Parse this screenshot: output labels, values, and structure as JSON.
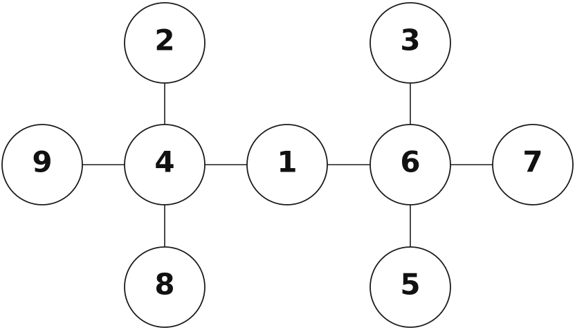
{
  "graph": {
    "nodes": [
      {
        "id": "n1",
        "label": "1"
      },
      {
        "id": "n2",
        "label": "2"
      },
      {
        "id": "n3",
        "label": "3"
      },
      {
        "id": "n4",
        "label": "4"
      },
      {
        "id": "n5",
        "label": "5"
      },
      {
        "id": "n6",
        "label": "6"
      },
      {
        "id": "n7",
        "label": "7"
      },
      {
        "id": "n8",
        "label": "8"
      },
      {
        "id": "n9",
        "label": "9"
      }
    ],
    "edges": [
      {
        "from": "n9",
        "to": "n4"
      },
      {
        "from": "n2",
        "to": "n4"
      },
      {
        "from": "n4",
        "to": "n8"
      },
      {
        "from": "n4",
        "to": "n1"
      },
      {
        "from": "n1",
        "to": "n6"
      },
      {
        "from": "n3",
        "to": "n6"
      },
      {
        "from": "n6",
        "to": "n7"
      },
      {
        "from": "n6",
        "to": "n5"
      }
    ]
  }
}
